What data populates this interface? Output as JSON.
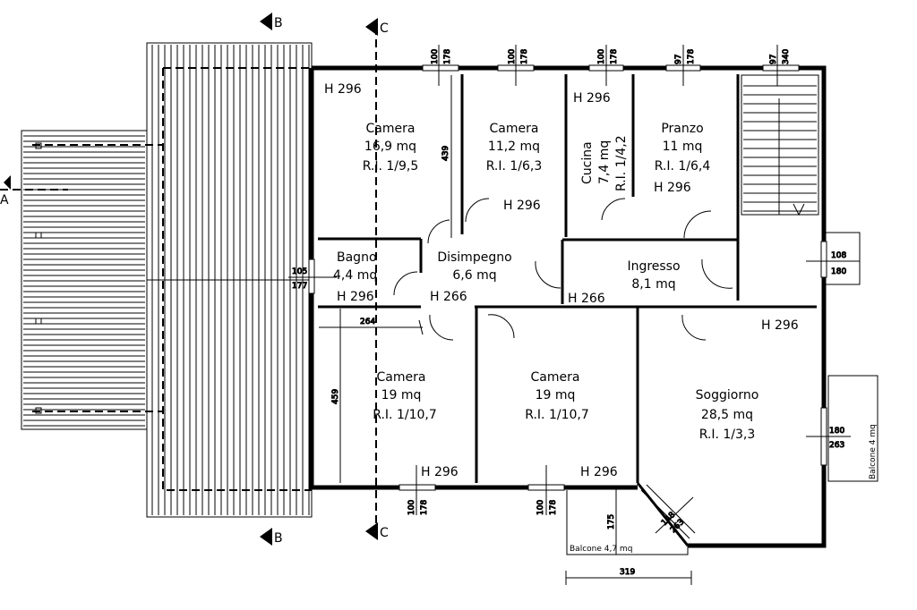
{
  "section_marks": [
    "A",
    "B",
    "C"
  ],
  "rooms": {
    "camera_nw": {
      "name": "Camera",
      "area": "16,9 mq",
      "ri": "R.I. 1/9,5",
      "height": "H 296"
    },
    "camera_n2": {
      "name": "Camera",
      "area": "11,2 mq",
      "ri": "R.I. 1/6,3",
      "height": "H 296"
    },
    "cucina": {
      "name": "Cucina",
      "area": "7,4 mq",
      "ri": "R.I. 1/4,2",
      "height": "H 296"
    },
    "pranzo": {
      "name": "Pranzo",
      "area": "11 mq",
      "ri": "R.I. 1/6,4",
      "height": "H 296"
    },
    "bagno": {
      "name": "Bagno",
      "area": "4,4 mq",
      "height": "H 296"
    },
    "disimpegno": {
      "name": "Disimpegno",
      "area": "6,6 mq",
      "height": "H 266"
    },
    "ingresso": {
      "name": "Ingresso",
      "area": "8,1 mq",
      "height": "H 266"
    },
    "camera_sw": {
      "name": "Camera",
      "area": "19 mq",
      "ri": "R.I. 1/10,7",
      "height": "H 296"
    },
    "camera_s2": {
      "name": "Camera",
      "area": "19 mq",
      "ri": "R.I. 1/10,7",
      "height": "H 296"
    },
    "soggiorno": {
      "name": "Soggiorno",
      "area": "28,5 mq",
      "ri": "R.I. 1/3,3",
      "height": "H 296"
    },
    "balcone_s": {
      "text": "Balcone 4,7 mq"
    },
    "balcone_e": {
      "text": "Balcone 4 mq"
    }
  },
  "dimensions": {
    "win_top_1": [
      "100",
      "178"
    ],
    "win_top_2": [
      "100",
      "178"
    ],
    "win_top_3": [
      "100",
      "178"
    ],
    "win_top_4": [
      "97",
      "178"
    ],
    "win_top_5": [
      "97",
      "340"
    ],
    "win_bottom_1": [
      "100",
      "178"
    ],
    "win_bottom_2": [
      "100",
      "178"
    ],
    "bagno_win": [
      "105",
      "177"
    ],
    "ingresso_win": [
      "108",
      "180"
    ],
    "soggiorno_win": [
      "180",
      "263"
    ],
    "diag_win": [
      "148",
      "263"
    ],
    "dim_264": "264",
    "dim_459": "459",
    "dim_439": "439",
    "dim_175": "175",
    "dim_319": "319"
  }
}
